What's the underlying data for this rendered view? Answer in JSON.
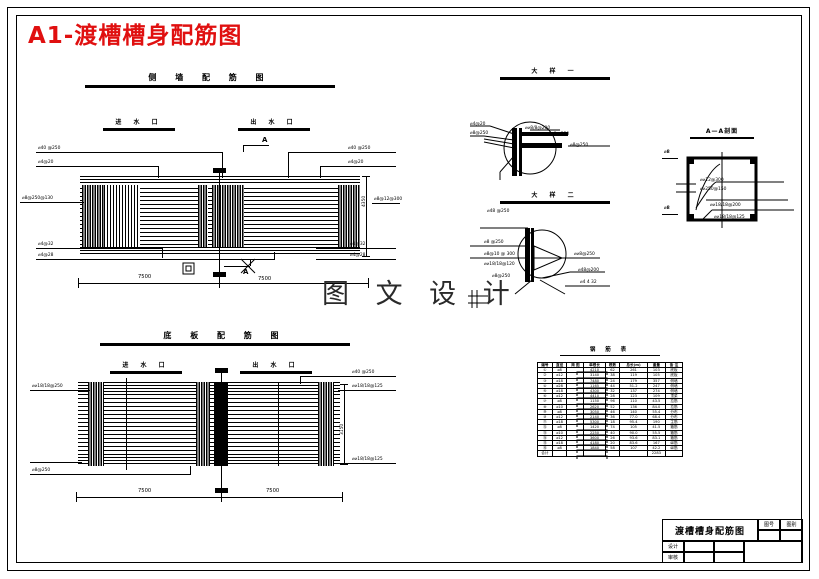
{
  "sheet": {
    "title": "A1-渡槽槽身配筋图",
    "title_color": "#e01010",
    "watermark": "图 文 设 计"
  },
  "views": [
    {
      "id": "side-wall",
      "heading": "侧  墙  配  筋  图",
      "sub_labels": [
        "进 水 口",
        "出 水 口"
      ],
      "section_mark": "A",
      "dimensions": {
        "height": "4350",
        "spans": [
          "7500",
          "7500"
        ]
      },
      "callouts_left": [
        "⌀40 @250",
        "⌀4@20",
        "⌀8@250@130",
        "⌀4@32",
        "⌀4@28"
      ],
      "callouts_right": [
        "⌀40 @250",
        "⌀4@20",
        "⌀8@12@300",
        "⌀4@32",
        "⌀4@28"
      ]
    },
    {
      "id": "bottom-slab",
      "heading": "底  板  配  筋  图",
      "sub_labels": [
        "进 水 口",
        "出 水 口"
      ],
      "dimensions": {
        "height": "3150",
        "spans": [
          "7500",
          "7500"
        ]
      },
      "callouts_left": [
        "⌀⌀18/18@250",
        "⌀8@250"
      ],
      "callouts_right": [
        "⌀40 @250",
        "⌀⌀18/18@125",
        "⌀⌀18/18@125"
      ]
    },
    {
      "id": "detail-1",
      "heading": "大  样  一",
      "callouts": [
        "⌀4@20",
        "⌀8@250",
        "⌀⌀8/8@200",
        "⌀8@250",
        "⌀8@250",
        "⌀8@250"
      ]
    },
    {
      "id": "detail-2",
      "heading": "大  样  二",
      "callouts": [
        "⌀48 @250",
        "⌀8 @250",
        "⌀8@10 @ 300",
        "⌀⌀18/18@120",
        "⌀8@250",
        "⌀⌀8@250",
        "⌀48@200",
        "⌀4  4 32"
      ]
    },
    {
      "id": "section-aa",
      "heading": "A—A剖面",
      "edge_marks": [
        "⌀8",
        "⌀8"
      ],
      "callouts": [
        "⌀⌀12@300",
        "⌀⌀250@150",
        "⌀⌀18/18@200",
        "⌀⌀18/18@125"
      ]
    }
  ],
  "rebar_table": {
    "heading": "钢  筋  表",
    "headers": [
      "编号",
      "直径",
      "简    图",
      "单根长",
      "根数",
      "总长(m)",
      "重量",
      "备  注"
    ],
    "rows": [
      [
        "①",
        "⌀8",
        "",
        "4210",
        "62",
        "261",
        "103",
        "底板"
      ],
      [
        "②",
        "⌀12",
        "",
        "3140",
        "38",
        "119",
        "105",
        "底板"
      ],
      [
        "③",
        "⌀18",
        "",
        "7480",
        "24",
        "179",
        "357",
        "侧墙"
      ],
      [
        "④",
        "⌀28",
        "",
        "1165",
        "44",
        "51.2",
        "247",
        "侧墙"
      ],
      [
        "⑤",
        "⌀18",
        "",
        "4300",
        "32",
        "137",
        "274",
        "侧墙"
      ],
      [
        "⑥",
        "⌀12",
        "",
        "4410",
        "28",
        "123",
        "109",
        "顶梁"
      ],
      [
        "⑦",
        "⌀8",
        "",
        "1150",
        "96",
        "110",
        "43.5",
        "拉筋"
      ],
      [
        "⑧",
        "⌀10",
        "",
        "2620",
        "52",
        "136",
        "84.0",
        "拉筋"
      ],
      [
        "⑨",
        "⌀8",
        "",
        "3050",
        "46",
        "140",
        "55.4",
        "分布"
      ],
      [
        "⑩",
        "⌀12",
        "",
        "2140",
        "36",
        "77.0",
        "68.4",
        "分布"
      ],
      [
        "⑪",
        "⌀18",
        "",
        "5300",
        "18",
        "95.4",
        "190",
        "主筋"
      ],
      [
        "⑫",
        "⌀8",
        "",
        "1420",
        "74",
        "105",
        "41.5",
        "箍筋"
      ],
      [
        "⑬",
        "⌀10",
        "",
        "2250",
        "40",
        "90.0",
        "55.5",
        "箍筋"
      ],
      [
        "⑭",
        "⌀12",
        "",
        "3600",
        "26",
        "93.6",
        "83.1",
        "箍筋"
      ],
      [
        "⑮",
        "⌀18",
        "",
        "4180",
        "20",
        "83.6",
        "167",
        "纵筋"
      ],
      [
        "⑯",
        "⌀8",
        "",
        "1840",
        "58",
        "107",
        "42.2",
        "纵筋"
      ],
      [
        "合计",
        "",
        "",
        "",
        "",
        "",
        "2283",
        ""
      ]
    ]
  },
  "title_block": {
    "drawing_name": "渡槽槽身配筋图",
    "cells": [
      {
        "label": "图号"
      },
      {
        "label": "图别"
      },
      {
        "label": "设计"
      },
      {
        "label": "审核"
      },
      {
        "label": ""
      },
      {
        "label": ""
      }
    ]
  }
}
